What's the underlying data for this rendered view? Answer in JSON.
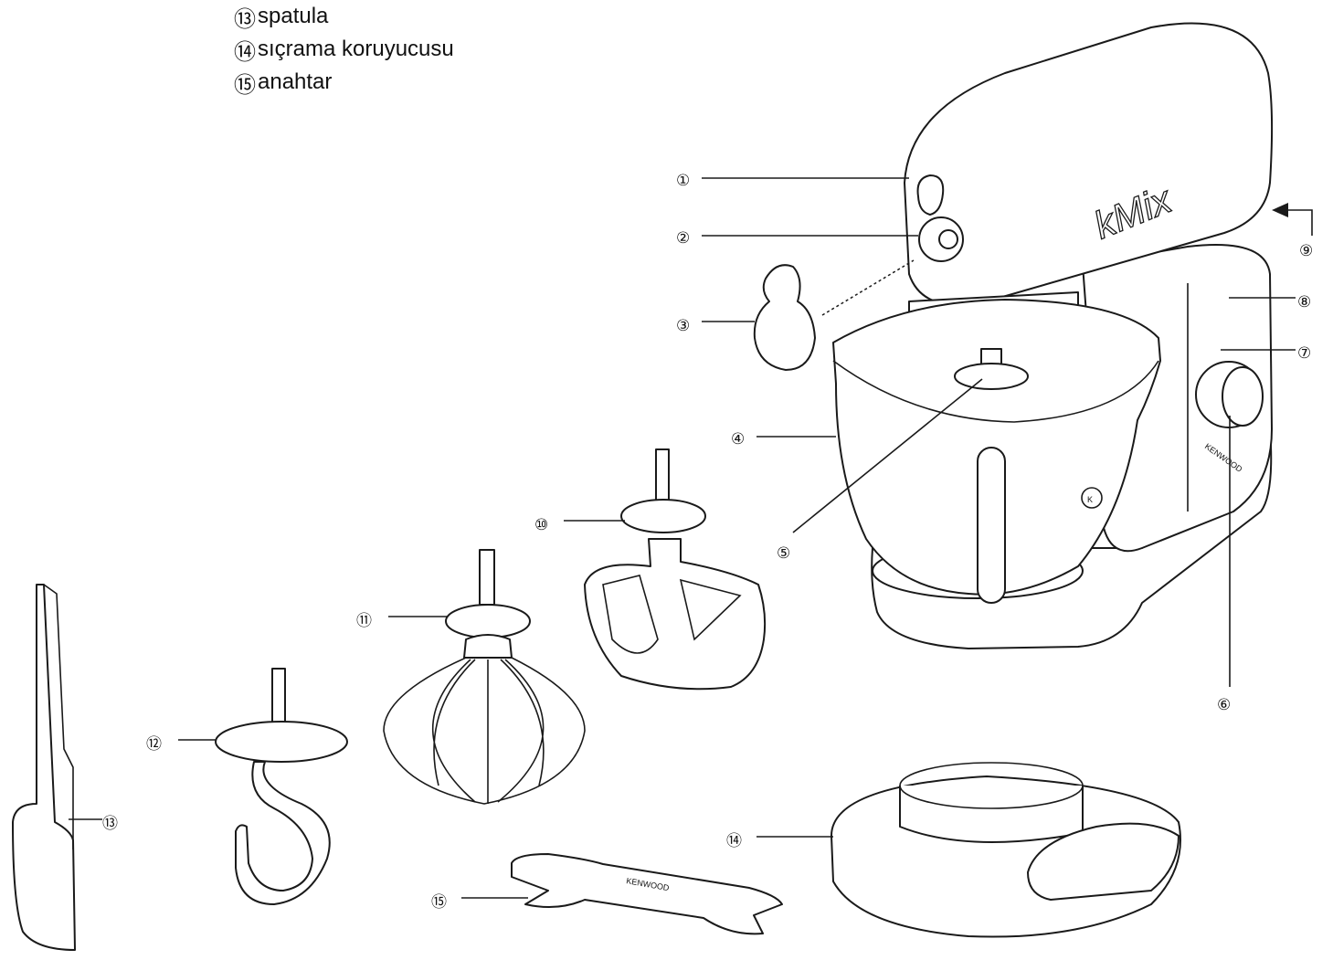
{
  "legend": [
    {
      "num": "⑬",
      "label": "spatula"
    },
    {
      "num": "⑭",
      "label": "sıçrama koruyucusu"
    },
    {
      "num": "⑮",
      "label": "anahtar"
    }
  ],
  "callouts": [
    "①",
    "②",
    "③",
    "④",
    "⑤",
    "⑥",
    "⑦",
    "⑧",
    "⑨",
    "⑩",
    "⑪",
    "⑫",
    "⑬",
    "⑭",
    "⑮"
  ],
  "brand_marks": {
    "mixer_logo": "kMix",
    "knob_brand": "KENWOOD",
    "bowl_logo": "K",
    "spanner_brand": "KENWOOD"
  }
}
